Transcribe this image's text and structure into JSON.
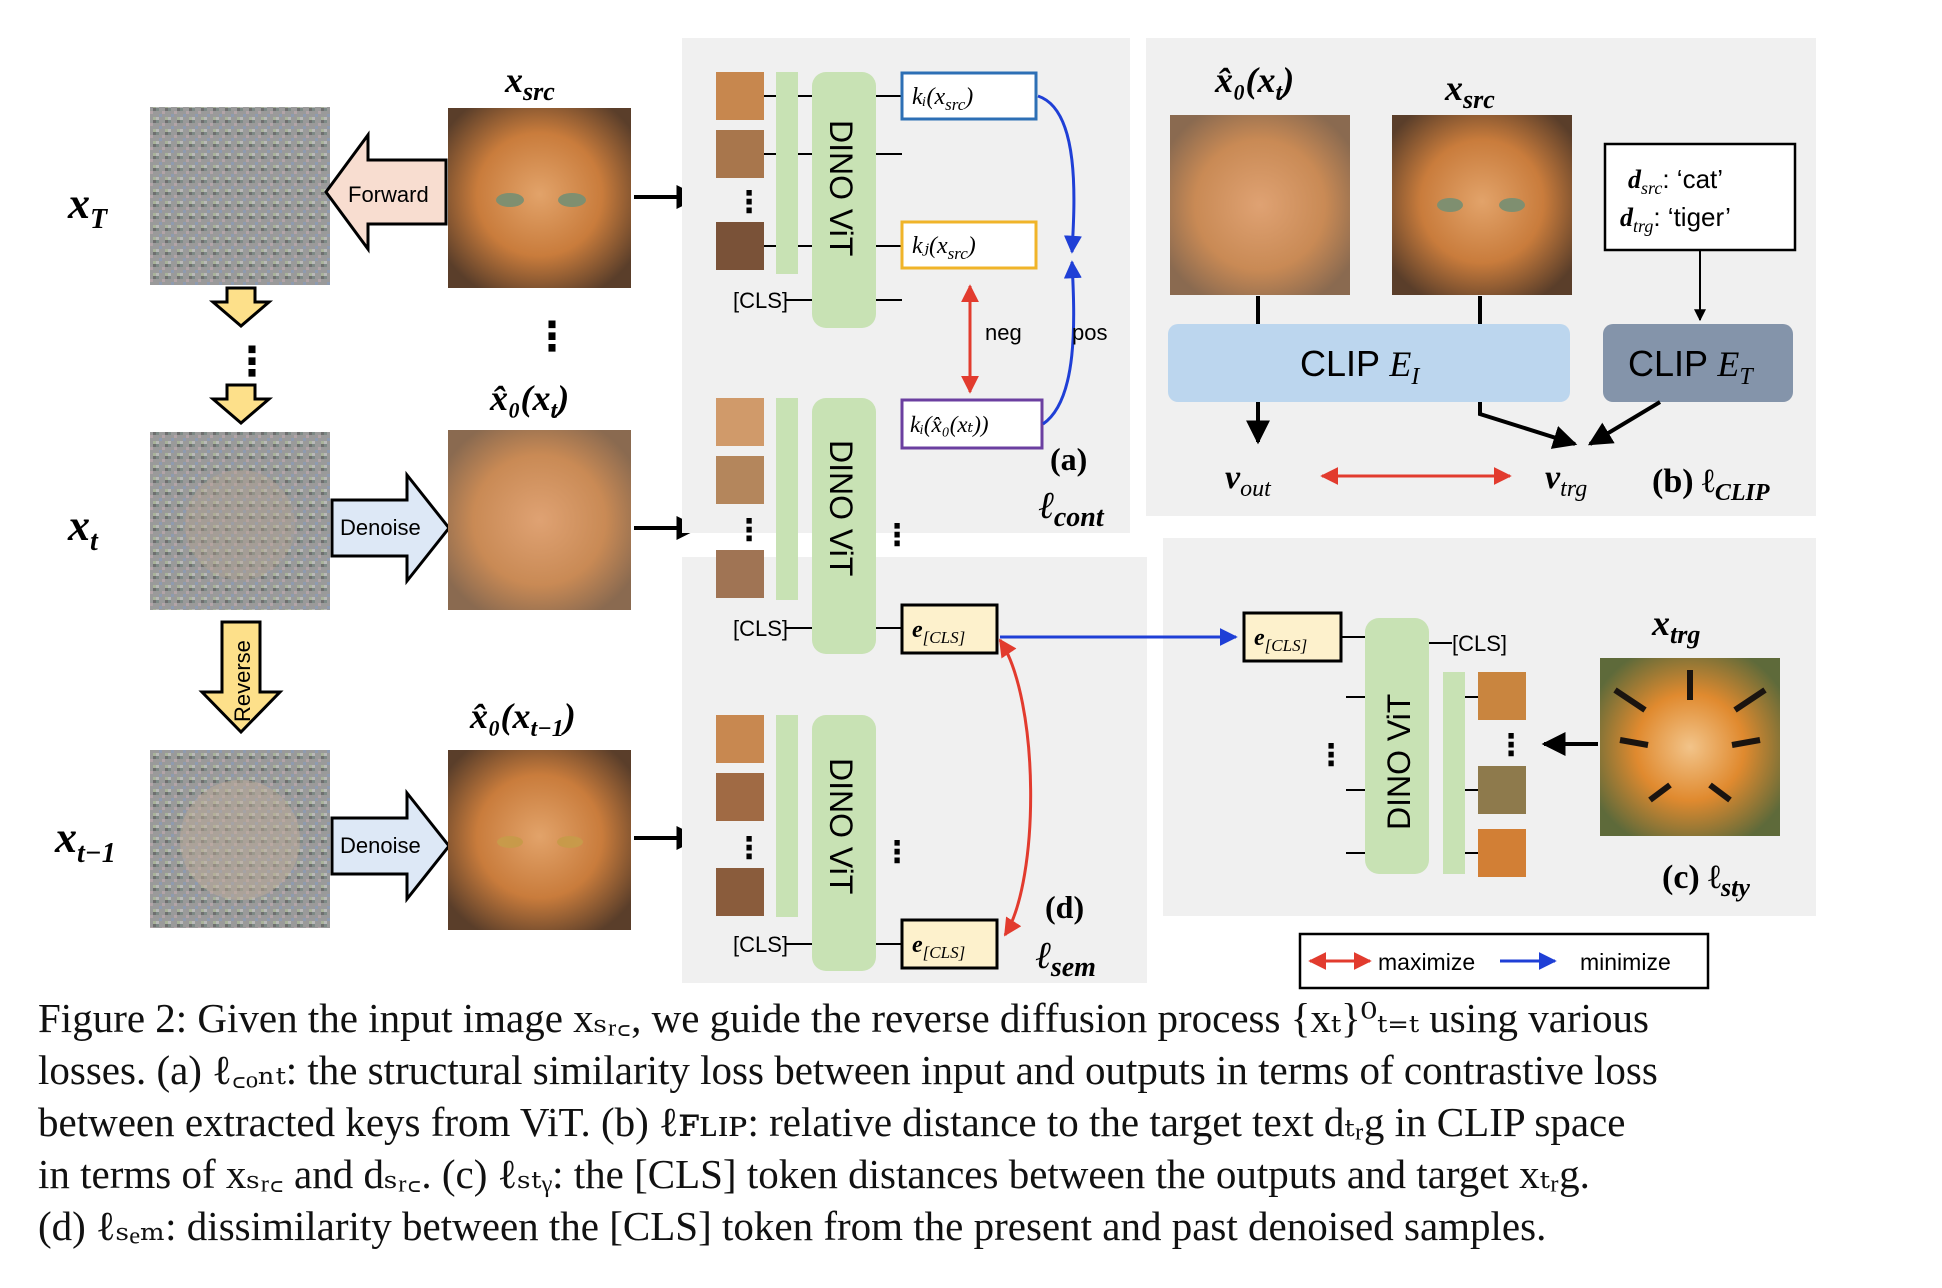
{
  "figure": {
    "left_column": {
      "xT_label": "x",
      "xT_sub": "T",
      "xt_label": "x",
      "xt_sub": "t",
      "xt1_label": "x",
      "xt1_sub": "t−1",
      "forward_label": "Forward",
      "denoise_label": "Denoise",
      "reverse_label": "Reverse",
      "xsrc_head": "x",
      "xsrc_sub": "src",
      "x0xt_head": "x̂₀(x",
      "x0xt_sub": "t",
      "x0xt_tail": ")",
      "x0xt1_head": "x̂₀(x",
      "x0xt1_sub": "t−1",
      "x0xt1_tail": ")",
      "vdots": "⋮"
    },
    "panel_a": {
      "vit_label": "DINO ViT",
      "cls_label": "[CLS]",
      "key_i_src": "kᵢ(x",
      "key_j_src": "kⱼ(x",
      "key_src_sub": "src",
      "key_close": ")",
      "key_i_out": "kᵢ(x̂₀(xₜ))",
      "neg_label": "neg",
      "pos_label": "pos",
      "panel_tag": "(a)",
      "loss_head": "ℓ",
      "loss_sub": "cont"
    },
    "panel_b": {
      "x0xt_head": "x̂₀(x",
      "x0xt_sub": "t",
      "x0xt_tail": ")",
      "xsrc_head": "x",
      "xsrc_sub": "src",
      "dsrc_head": "d",
      "dsrc_sub": "src",
      "dsrc_val": ": ‘cat’",
      "dtrg_head": "d",
      "dtrg_sub": "trg",
      "dtrg_val": ": ‘tiger’",
      "clip_image_label": "CLIP ",
      "clip_image_sym": "E",
      "clip_image_sub": "I",
      "clip_text_label": "CLIP ",
      "clip_text_sym": "E",
      "clip_text_sub": "T",
      "vout_head": "v",
      "vout_sub": "out",
      "vtrg_head": "v",
      "vtrg_sub": "trg",
      "panel_tag": "(b) ℓ",
      "loss_sub": "CLIP"
    },
    "panel_c": {
      "xtrg_head": "x",
      "xtrg_sub": "trg",
      "vit_label": "DINO ViT",
      "cls_label": "[CLS]",
      "ecls_head": "e",
      "ecls_sub": "[CLS]",
      "panel_tag": "(c) ℓ",
      "loss_sub": "sty"
    },
    "panel_d": {
      "vit_label": "DINO ViT",
      "cls_label": "[CLS]",
      "ecls_head": "e",
      "ecls_sub": "[CLS]",
      "panel_tag": "(d)",
      "loss_head": "ℓ",
      "loss_sub": "sem"
    },
    "legend": {
      "maximize_label": "maximize",
      "minimize_label": "minimize"
    },
    "colors": {
      "panel_bg": "#f0f0f0",
      "vit_green": "#c8e2b4",
      "clip_image_blue": "#bcd6ee",
      "clip_text_slate": "#8494aa",
      "ecls_fill": "#fdf1cc",
      "arrow_red": "#e23b2e",
      "arrow_blue": "#1f3fd6",
      "forward_fill": "#f8ddd0",
      "denoise_fill": "#dde8f6",
      "reverse_fill": "#fde08a",
      "key_box_blue": "#2d6fb5",
      "key_box_orange": "#f0b429",
      "key_box_purple": "#6b3fa0"
    }
  },
  "caption": {
    "line1": "Figure 2: Given the input image xₛᵣ꜀, we guide the reverse diffusion process {xₜ}⁰ₜ₌ₜ using various",
    "line2": "losses. (a) ℓ꜀ₒₙₜ: the structural similarity loss between input and outputs in terms of contrastive loss",
    "line3": "between extracted keys from ViT. (b) ℓꜰʟɪᴘ: relative distance to the target text dₜᵣg in CLIP space",
    "line4": "in terms of xₛᵣ꜀ and dₛᵣ꜀. (c) ℓₛₜᵧ: the [CLS] token distances between the outputs and target xₜᵣg.",
    "line5": "(d) ℓₛₑₘ: dissimilarity between the [CLS] token from the present and past denoised samples."
  }
}
